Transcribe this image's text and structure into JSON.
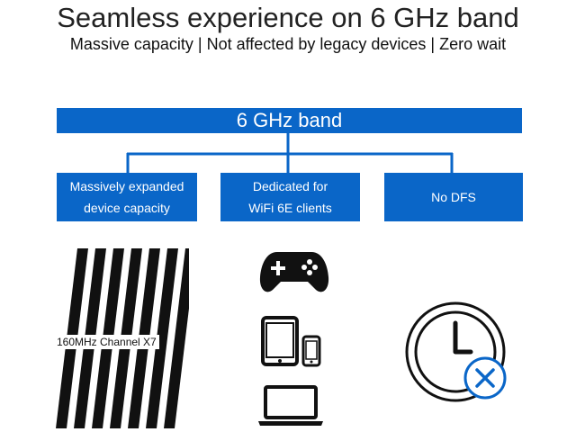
{
  "header": {
    "title": "Seamless experience on 6 GHz band",
    "subtitle": "Massive capacity | Not affected by legacy devices | Zero wait"
  },
  "diagram": {
    "root": {
      "label": "6 GHz band"
    },
    "children": [
      {
        "line1": "Massively expanded",
        "line2": "device capacity"
      },
      {
        "line1": "Dedicated for",
        "line2": "WiFi 6E clients"
      },
      {
        "label": "No DFS"
      }
    ]
  },
  "illustrations": {
    "channel_label": "160MHz Channel X7",
    "channel_strip_count": 7,
    "icons": [
      "channel-strips-icon",
      "gamepad-icon",
      "tablet-icon",
      "phone-icon",
      "laptop-icon",
      "clock-icon",
      "cancel-icon"
    ]
  },
  "colors": {
    "primary_blue": "#0a66c8",
    "connector_blue": "#0a66c8",
    "icon_black": "#111111",
    "background": "#ffffff"
  }
}
